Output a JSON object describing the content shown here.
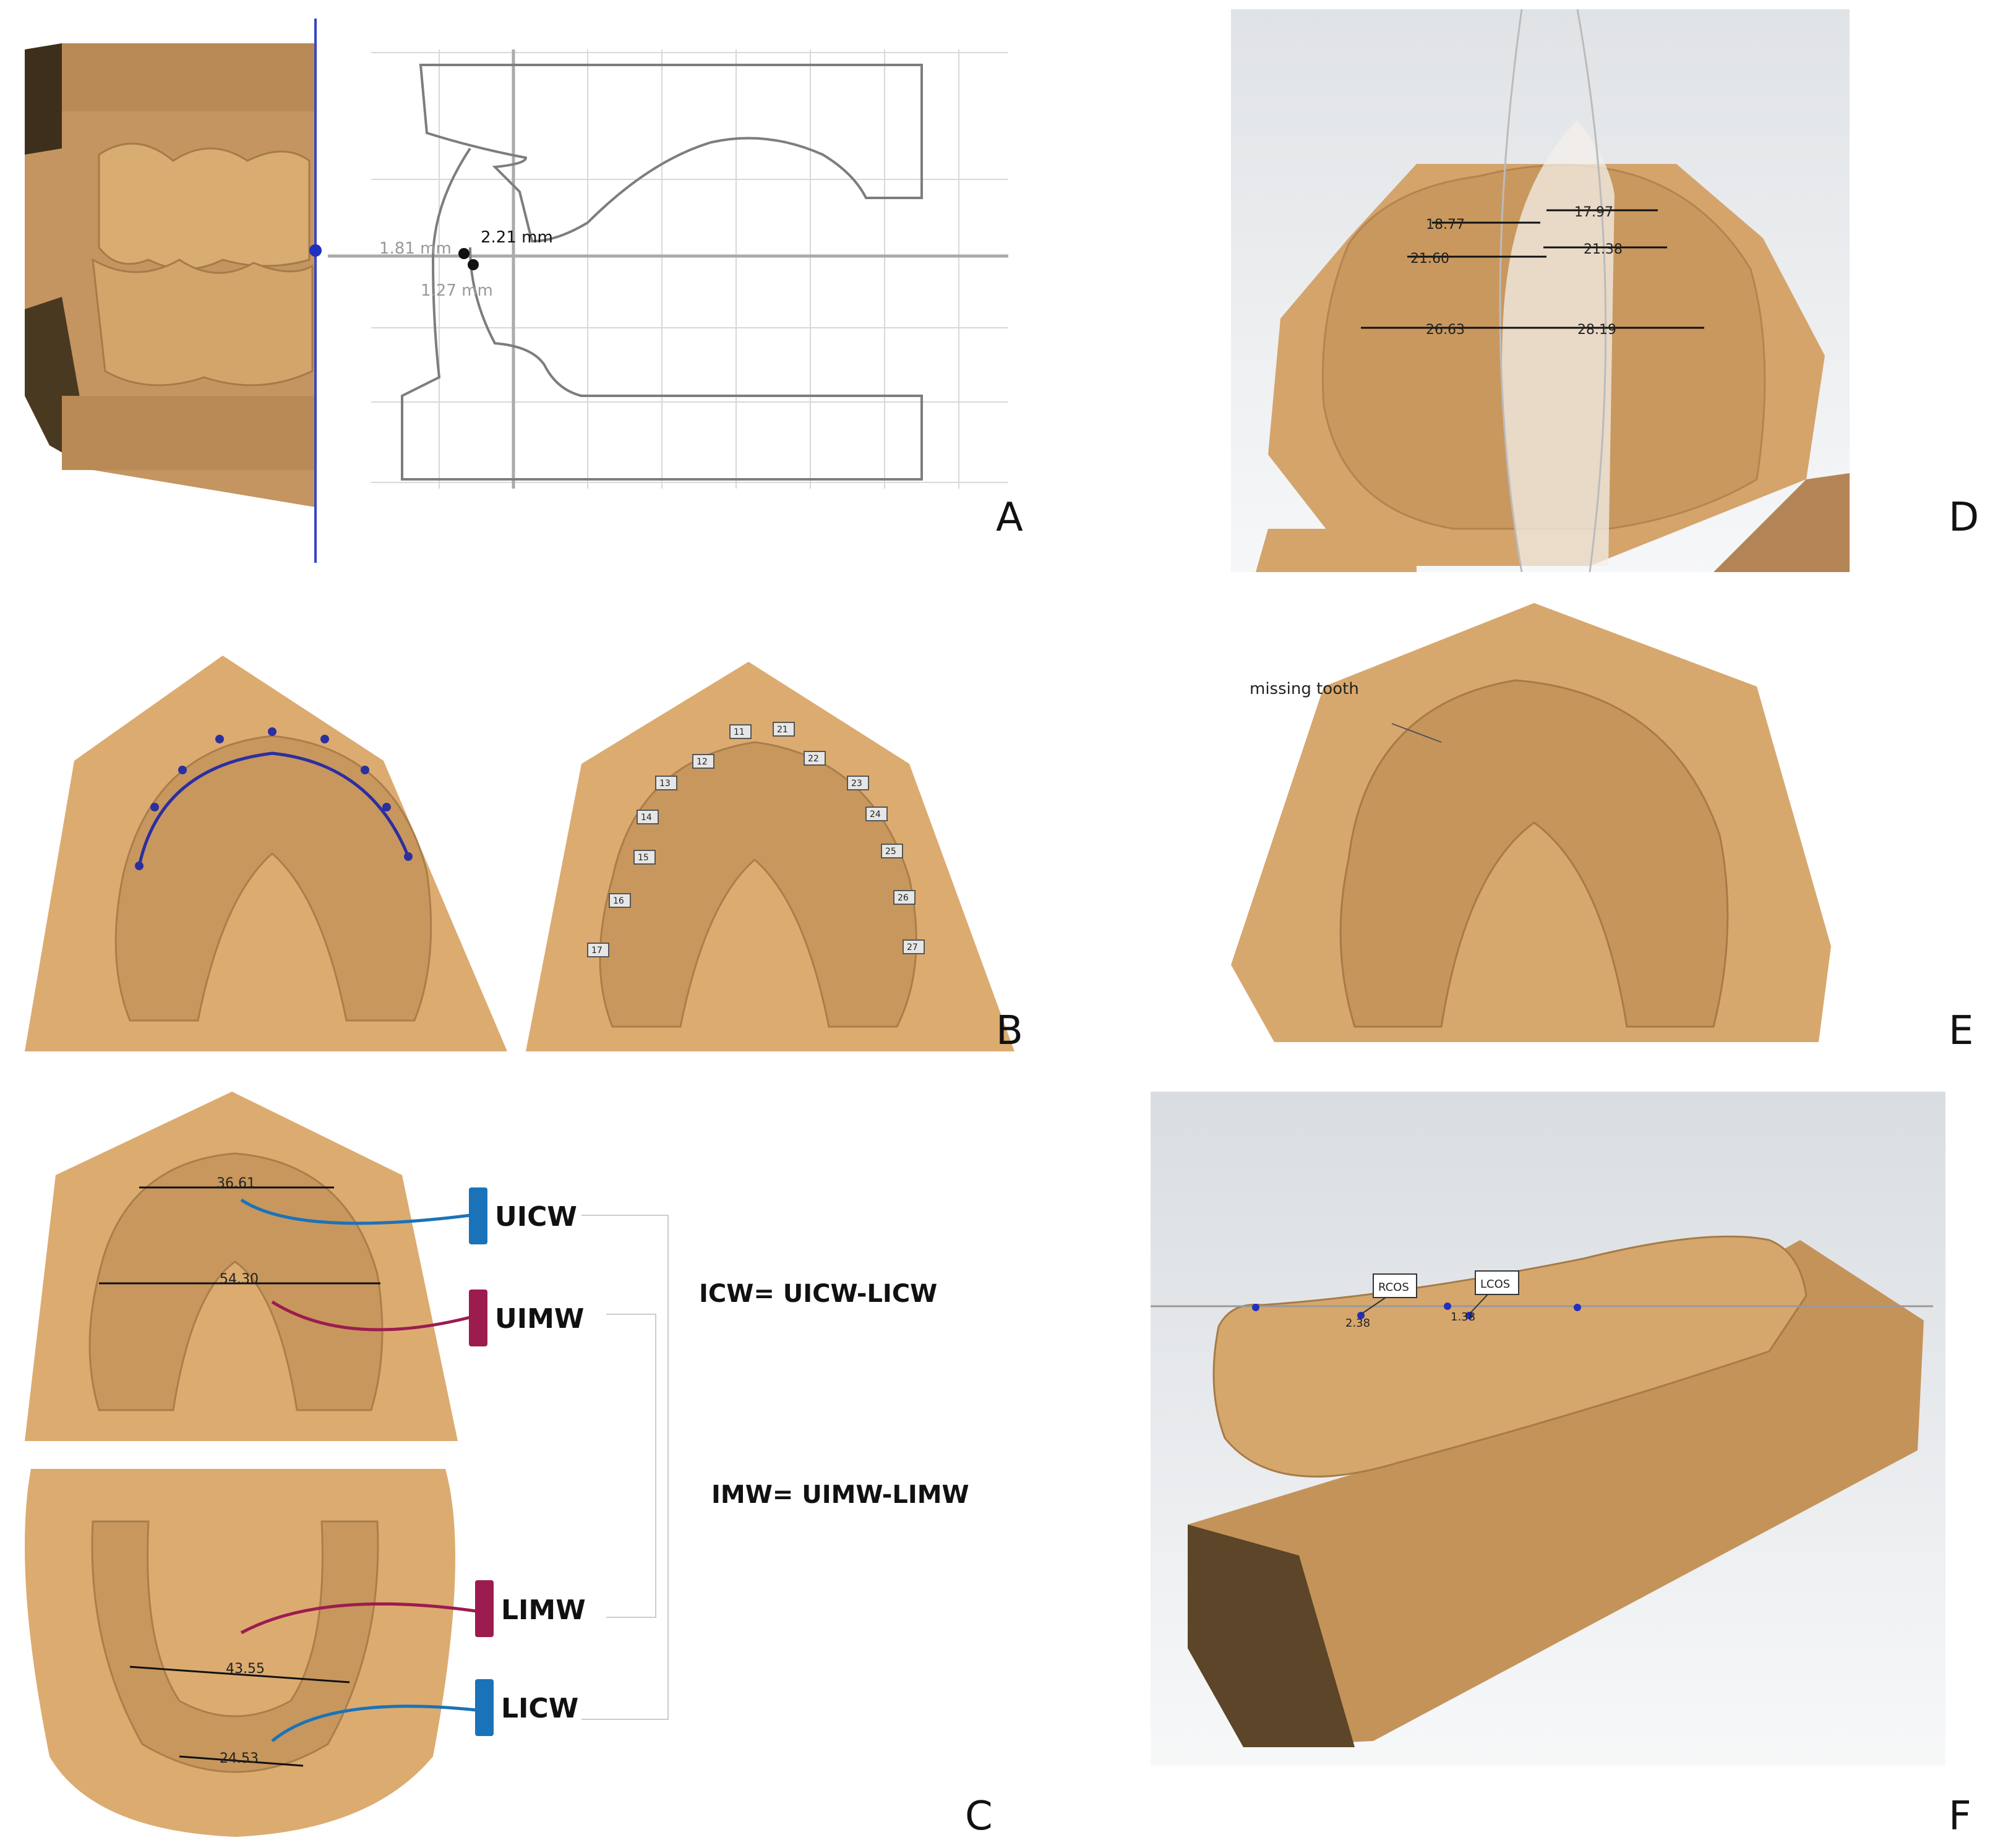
{
  "panels": {
    "A": {
      "label": "A",
      "measurements": [
        "1.81 mm",
        "2.21 mm",
        "1.27 mm"
      ]
    },
    "B": {
      "label": "B",
      "tooth_ids": [
        "11",
        "12",
        "13",
        "14",
        "15",
        "16",
        "17",
        "21",
        "22",
        "23",
        "24",
        "25",
        "26",
        "27"
      ]
    },
    "C": {
      "label": "C",
      "upper_measurements": [
        "36.61",
        "54.30"
      ],
      "lower_measurements": [
        "43.55",
        "24.53"
      ],
      "tags": [
        "UICW",
        "UIMW",
        "LIMW",
        "LICW"
      ],
      "formulas": [
        "ICW= UICW-LICW",
        "IMW= UIMW-LIMW"
      ]
    },
    "D": {
      "label": "D",
      "measurements": [
        "18.77",
        "17.97",
        "21.60",
        "21.38",
        "26.63",
        "28.19"
      ]
    },
    "E": {
      "label": "E",
      "annotation": "missing tooth"
    },
    "F": {
      "label": "F",
      "points": [
        "RCOS",
        "LCOS"
      ],
      "values": [
        "2.38",
        "1.38"
      ]
    }
  },
  "colors": {
    "model": "#d8a86e",
    "model_dark": "#5c4528",
    "arch_line": "#2b2fa0",
    "tag_blue": "#1a73b8",
    "tag_red": "#9c1c4f",
    "background": "#ffffff"
  }
}
